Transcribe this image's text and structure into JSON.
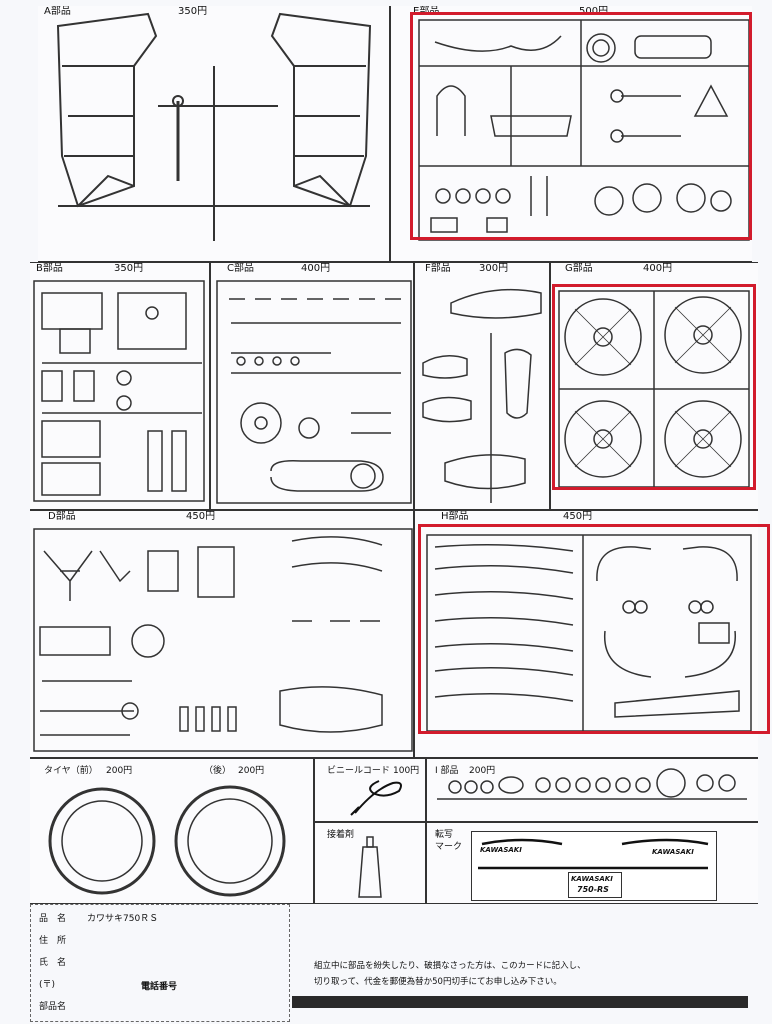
{
  "sections": {
    "A": {
      "title": "A部品",
      "price": "350円"
    },
    "E": {
      "title": "E部品",
      "price": "500円"
    },
    "B": {
      "title": "B部品",
      "price": "350円"
    },
    "C": {
      "title": "C部品",
      "price": "400円"
    },
    "F": {
      "title": "F部品",
      "price": "300円"
    },
    "G": {
      "title": "G部品",
      "price": "400円"
    },
    "D": {
      "title": "D部品",
      "price": "450円"
    },
    "H": {
      "title": "H部品",
      "price": "450円"
    }
  },
  "tires": {
    "front_label": "タイヤ（前）",
    "front_price": "200円",
    "rear_label": "（後）",
    "rear_price": "200円"
  },
  "vinyl": {
    "label": "ビニールコード",
    "price": "100円"
  },
  "i_parts": {
    "label": "I 部品",
    "price": "200円"
  },
  "glue": {
    "label": "接着剤"
  },
  "decal": {
    "label_line1": "転写",
    "label_line2": "マーク",
    "brand_left": "KAWASAKI",
    "brand_right": "KAWASAKI",
    "badge_line1": "KAWASAKI",
    "badge_line2": "750-RS"
  },
  "form": {
    "product_label": "品　名",
    "product_value": "カワサキ750ＲＳ",
    "address_label": "住　所",
    "name_label": "氏　名",
    "postal_label": "(〒)",
    "phone_label": "電話番号",
    "parts_label": "部品名"
  },
  "notice": {
    "line1": "組立中に部品を紛失したり、破損なさった方は、このカードに記入し、",
    "line2": "切り取って、代金を郵便為替か50円切手にてお申し込み下さい。"
  },
  "highlights": {
    "color": "#d21b2c",
    "sections": [
      "E",
      "G",
      "H"
    ]
  }
}
